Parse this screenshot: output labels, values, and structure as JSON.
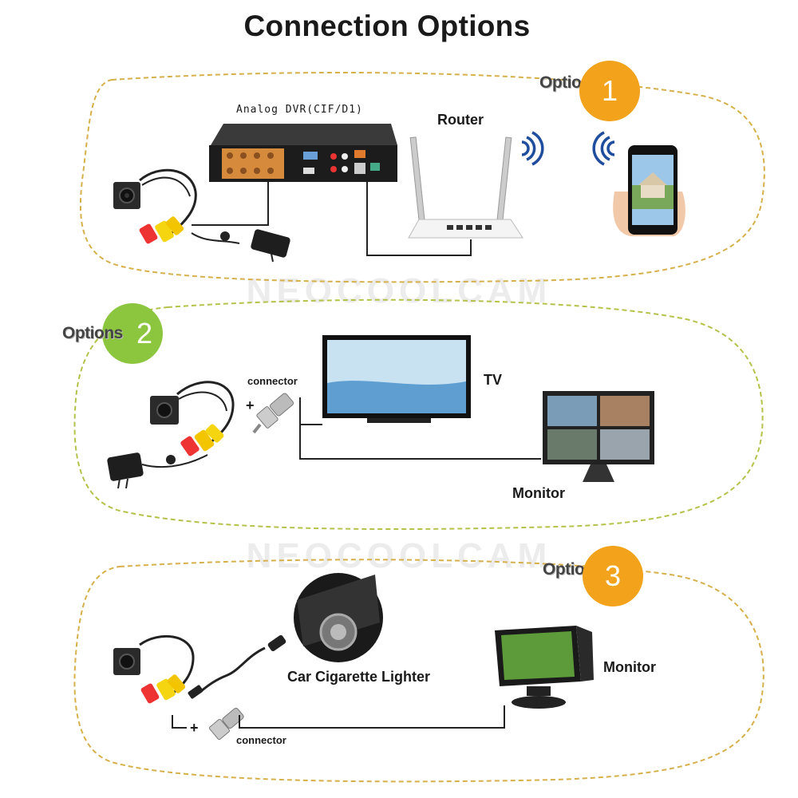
{
  "title": "Connection Options",
  "watermark": "NEOCOOLCAM",
  "colors": {
    "orange": "#f2a21b",
    "green": "#8cc63f",
    "dashed_border": "#d6b04a",
    "dashed_border_green": "#b5c24a"
  },
  "option1": {
    "options_text": "Options",
    "number": "1",
    "dvr_label": "Analog DVR(CIF/D1)",
    "router_label": "Router",
    "icons": [
      "camera-icon",
      "dvr-icon",
      "power-adapter-icon",
      "router-icon",
      "wifi-icon",
      "smartphone-icon"
    ]
  },
  "option2": {
    "options_text": "Options",
    "number": "2",
    "connector_label": "connector",
    "plus": "+",
    "tv_label": "TV",
    "monitor_label": "Monitor",
    "icons": [
      "camera-icon",
      "power-adapter-icon",
      "bnc-connector-icon",
      "tv-icon",
      "monitor-icon"
    ]
  },
  "option3": {
    "options_text": "Options",
    "number": "3",
    "lighter_label": "Car Cigarette Lighter",
    "connector_label": "connector",
    "plus": "+",
    "monitor_label": "Monitor",
    "icons": [
      "camera-icon",
      "car-lighter-cable-icon",
      "bnc-connector-icon",
      "cigarette-lighter-icon",
      "car-monitor-icon"
    ]
  }
}
